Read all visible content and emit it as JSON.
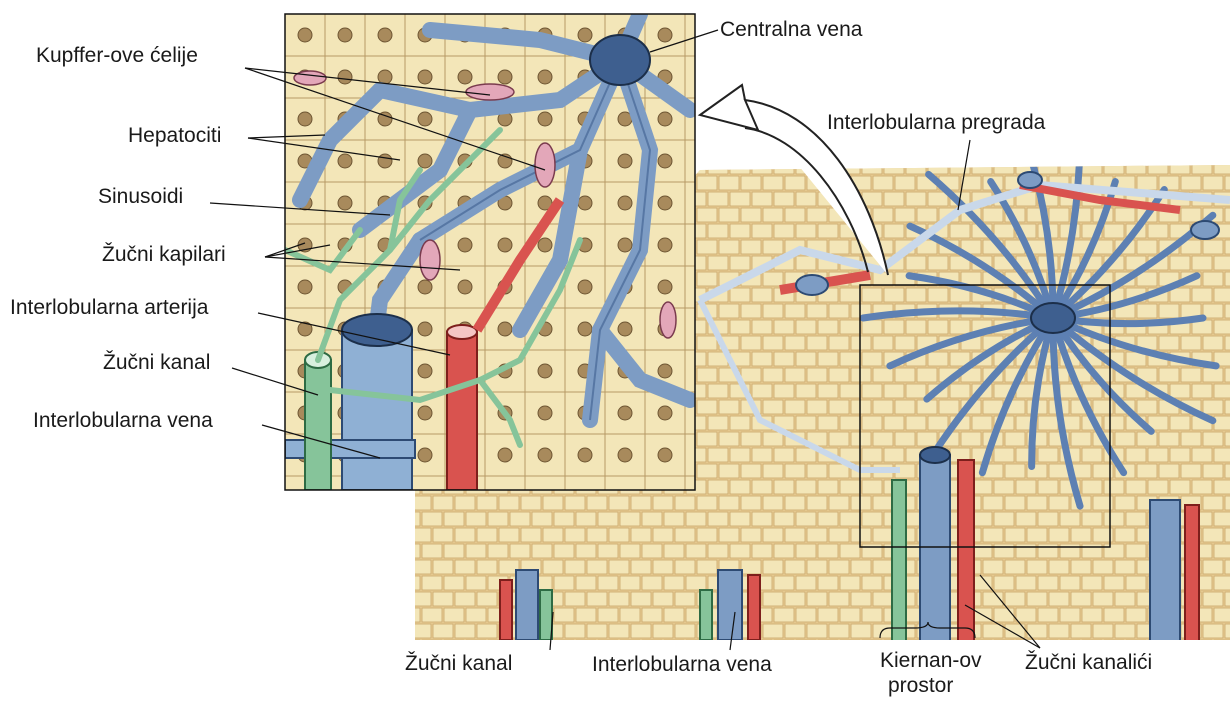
{
  "labels": {
    "kupffer": "Kupffer-ove ćelije",
    "hepatociti": "Hepatociti",
    "sinusoidi": "Sinusoidi",
    "zucni_kapilari": "Žučni kapilari",
    "interlobularna_arterija": "Interlobularna arterija",
    "zucni_kanal_left": "Žučni kanal",
    "interlobularna_vena_left": "Interlobularna vena",
    "centralna_vena": "Centralna vena",
    "interlobularna_pregrada": "Interlobularna pregrada",
    "zucni_kanal_bottom": "Žučni kanal",
    "interlobularna_vena_bottom": "Interlobularna vena",
    "kiernan_line1": "Kiernan-ov",
    "kiernan_line2": "prostor",
    "zucni_kanalici": "Žučni kanalići"
  },
  "colors": {
    "hepatocyte": "#f3e6b8",
    "hepatocyte_dark": "#e8c98f",
    "nucleus": "#a88a5c",
    "vein_blue": "#7d9cc4",
    "vein_dark": "#3e5f8f",
    "artery_red": "#d9534f",
    "bile_green": "#86c49a",
    "kupffer_pink": "#e3a7b9",
    "outline": "#222222"
  }
}
